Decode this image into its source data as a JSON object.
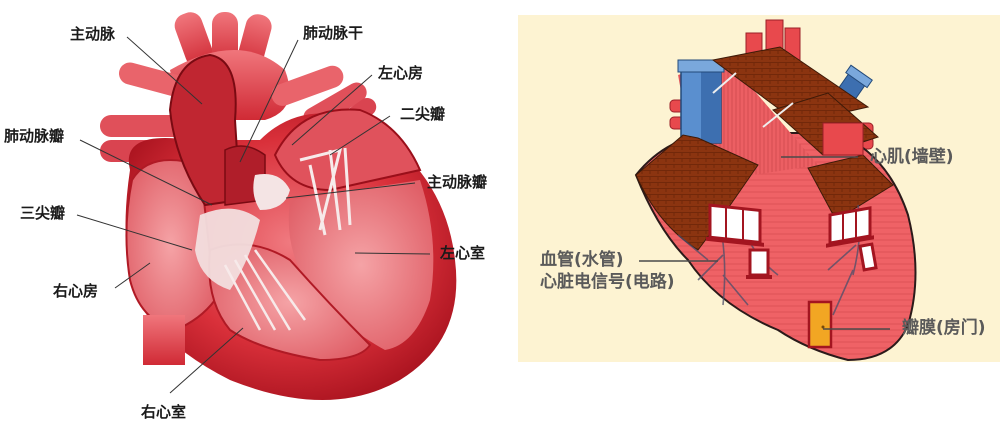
{
  "left_diagram": {
    "title": "Heart anatomy cross-section",
    "labels": {
      "aorta": "主动脉",
      "pulmonary_trunk": "肺动脉干",
      "left_atrium": "左心房",
      "mitral_valve": "二尖瓣",
      "pulmonary_valve": "肺动脉瓣",
      "aortic_valve": "主动脉瓣",
      "tricuspid_valve": "三尖瓣",
      "left_ventricle": "左心室",
      "right_atrium": "右心房",
      "right_ventricle": "右心室"
    }
  },
  "right_diagram": {
    "title": "Heart as a house analogy",
    "background_color": "#fdf3d2",
    "labels": {
      "myocardium": "心肌(墙壁)",
      "blood_vessels": "血管(水管)",
      "electrical_signal": "心脏电信号(电路)",
      "valve": "瓣膜(房门)"
    }
  },
  "colors": {
    "heart_red": "#d9303a",
    "heart_dark": "#a8121e",
    "heart_light": "#f08a8f",
    "roof_brown": "#8b3410",
    "chimney_blue": "#5a8fcf",
    "door_yellow": "#f2a623",
    "house_wall": "#ee5b5e"
  }
}
